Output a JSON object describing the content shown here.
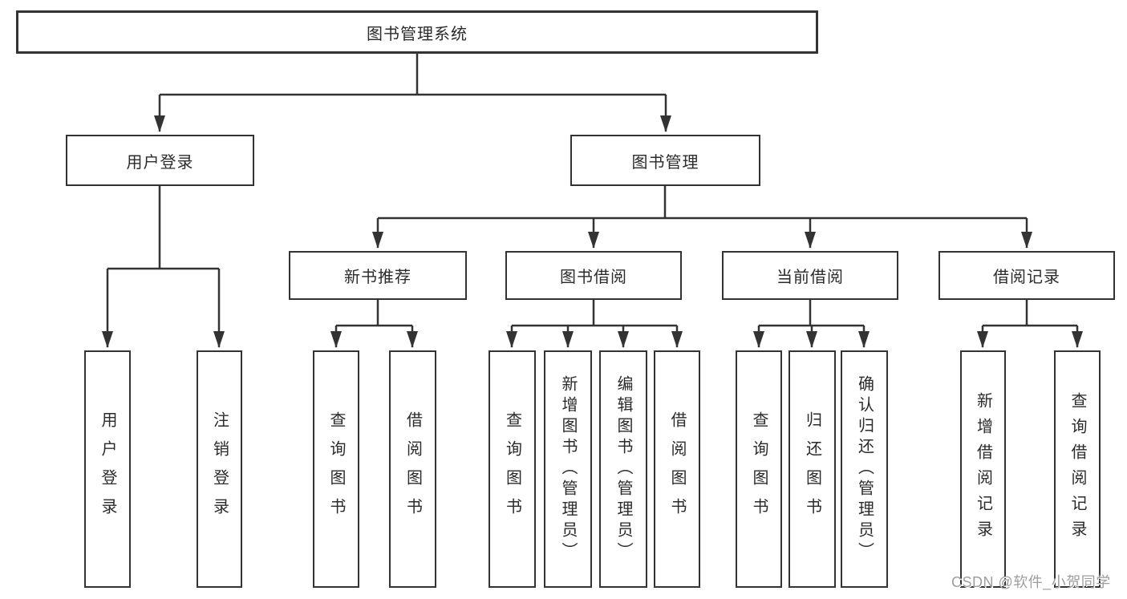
{
  "colors": {
    "line": "#333333",
    "text": "#2b2b2b",
    "box_background": "#ffffff",
    "watermark": "#9e9e9e"
  },
  "diagram": {
    "root": {
      "label": "图书管理系统"
    },
    "level2": [
      {
        "label": "用户登录"
      },
      {
        "label": "图书管理"
      }
    ],
    "level3": [
      {
        "label": "新书推荐"
      },
      {
        "label": "图书借阅"
      },
      {
        "label": "当前借阅"
      },
      {
        "label": "借阅记录"
      }
    ],
    "leaves": {
      "user_login": [
        {
          "label": "用户登录"
        },
        {
          "label": "注销登录"
        }
      ],
      "new_book": [
        {
          "label": "查询图书"
        },
        {
          "label": "借阅图书"
        }
      ],
      "book_borrow": [
        {
          "label": "查询图书"
        },
        {
          "label": "新增图书（管理员）"
        },
        {
          "label": "编辑图书（管理员）"
        },
        {
          "label": "借阅图书"
        }
      ],
      "current_borrow": [
        {
          "label": "查询图书"
        },
        {
          "label": "归还图书"
        },
        {
          "label": "确认归还（管理员）"
        }
      ],
      "borrow_records": [
        {
          "label": "新增借阅记录"
        },
        {
          "label": "查询借阅记录"
        }
      ]
    }
  },
  "watermark": {
    "text": "CSDN @软件_小贺同学"
  }
}
